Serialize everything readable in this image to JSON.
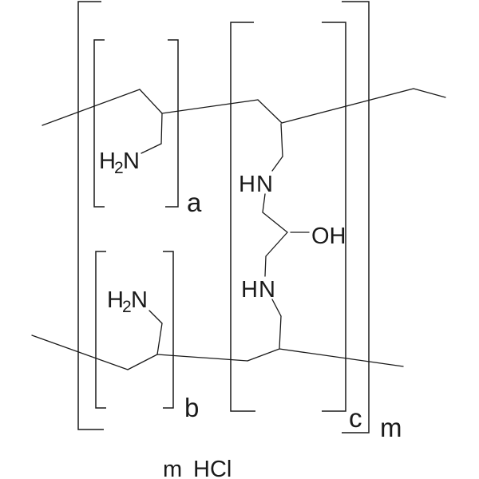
{
  "colors": {
    "background": "#ffffff",
    "line": "#1a1a1a",
    "text": "#1a1a1a"
  },
  "structure": {
    "atom_labels": {
      "h2n_a": {
        "H": "H",
        "sub": "2",
        "N": "N"
      },
      "hn_top": {
        "H": "H",
        "N": "N"
      },
      "oh": "OH",
      "hn_bottom": {
        "H": "H",
        "N": "N"
      },
      "h2n_b": {
        "H": "H",
        "sub": "2",
        "N": "N"
      }
    },
    "repeat_labels": {
      "a": "a",
      "b": "b",
      "c": "c",
      "m": "m"
    },
    "salt": {
      "coefficient": "m",
      "formula": "HCl"
    }
  }
}
